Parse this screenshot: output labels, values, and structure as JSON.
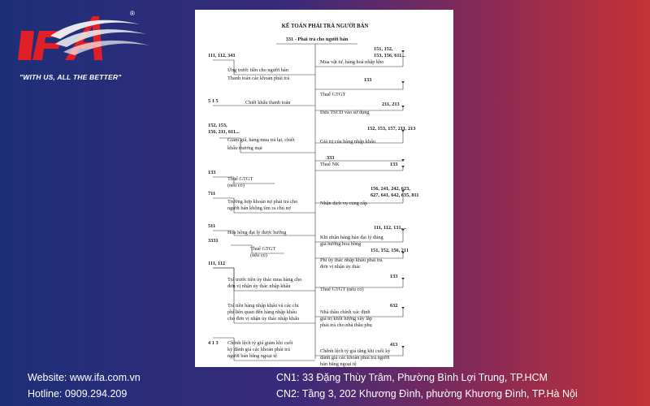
{
  "brand": {
    "logo_text": "IFA",
    "slogan": "\"WITH US, ALL THE BETTER\"",
    "registered": "®"
  },
  "footer": {
    "website": "Website: www.ifa.com.vn",
    "hotline": "Hotline: 0909.294.209",
    "branch1": "CN1: 33 Đặng Thùy Trâm, Phường Bình Lợi Trung, TP.HCM",
    "branch2": "CN2: Tầng 3, 202 Khương Đình, phường Khương Đình, TP.Hà Nội"
  },
  "diagram": {
    "title": "KẾ TOÁN PHẢI TRẢ NGƯỜI BÁN",
    "account": "331 - Phải trả cho người bán",
    "left": [
      {
        "acct": "111, 112, 341",
        "lines": [
          "Ứng trước tiền cho người bán",
          "Thanh toán các khoản phải trả"
        ]
      },
      {
        "acct": "5 1 5",
        "lines": [
          "Chiết khấu thanh toán"
        ]
      },
      {
        "acct": "152, 153,",
        "acct2": "156, 211, 611...",
        "lines": [
          "Giảm giá, hàng mua trả lại, chiết",
          "khấu thương mại"
        ]
      },
      {
        "acct": "133",
        "lines": [
          "Thuế GTGT",
          "(nếu có)"
        ]
      },
      {
        "acct": "711",
        "lines": [
          "Trường hợp khoản nợ phải trả cho",
          "người bán không tìm ra chủ nợ"
        ]
      },
      {
        "acct": "511",
        "lines": [
          "Hoa hồng đại lý được hưởng"
        ]
      },
      {
        "acct": "3331",
        "lines": [
          "Thuế GTGT",
          "(nếu có)"
        ]
      },
      {
        "acct": "111, 112",
        "lines": [
          "Trả trước tiền ủy thác mua hàng cho",
          "đơn vị nhận ủy thác nhập khẩu"
        ]
      },
      {
        "acct": "",
        "lines": [
          "Trả tiền hàng nhập khẩu và các chi",
          "phí liên quan đến hàng nhập khẩu",
          "cho đơn vị nhận ủy thác nhập khẩu"
        ]
      },
      {
        "acct": "4 1 3",
        "lines": [
          "Chênh lệch tỷ giá giảm khi cuối",
          "kỳ đánh giá các khoản phải trả",
          "người bán bằng ngoại tệ"
        ]
      }
    ],
    "right": [
      {
        "acct": "151, 152,",
        "acct2": "153, 156, 611...",
        "lines": [
          "Mua vật tư, hàng hoá nhập kho"
        ]
      },
      {
        "acct": "133",
        "lines": [
          "Thuế GTGT"
        ]
      },
      {
        "acct": "211, 213",
        "lines": [
          "Đưa TSCĐ vào sử dụng"
        ]
      },
      {
        "acct": "152, 153, 157, 211, 213",
        "lines": [
          "Giá trị của hàng nhập khẩu"
        ]
      },
      {
        "acct": "333",
        "lines": [
          "Thuế NK"
        ]
      },
      {
        "acct": "133",
        "lines": []
      },
      {
        "acct": "156, 241, 242, 623,",
        "acct2": "627, 641, 642, 635, 811",
        "lines": [
          "Nhận dịch vụ cung cấp"
        ]
      },
      {
        "acct": "111, 112, 131,...",
        "lines": [
          "Khi nhận hàng bán đại lý đúng",
          "giá hưởng hoa hồng"
        ]
      },
      {
        "acct": "151, 152, 156, 211",
        "lines": [
          "Phí ủy thác nhập khẩu phải trả",
          "đơn vị nhận ủy thác"
        ]
      },
      {
        "acct": "133",
        "lines": [
          "Thuế GTGT (nếu có)"
        ]
      },
      {
        "acct": "632",
        "lines": [
          "Nhà thầu chính xác định",
          "giá trị khối lượng xây lắp",
          "phải trả cho nhà thầu phụ"
        ]
      },
      {
        "acct": "413",
        "lines": [
          "Chênh lệch tỷ giá tăng khi cuối kỳ",
          "đánh giá các khoản phải trả người",
          "bán bằng ngoại tệ"
        ]
      }
    ]
  }
}
